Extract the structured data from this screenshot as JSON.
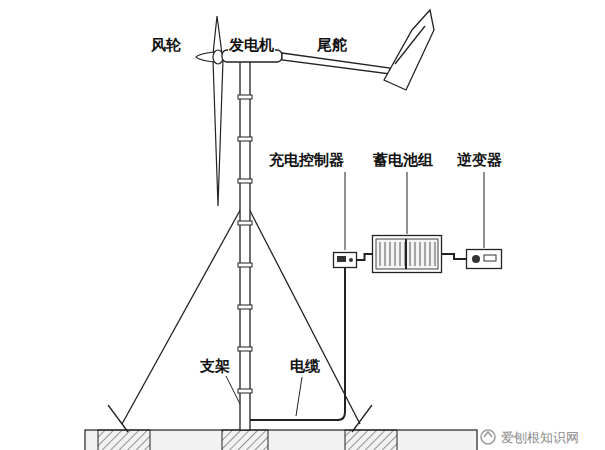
{
  "diagram": {
    "nodes": [
      {
        "text": [
          "充电控制器"
        ]
      },
      {
        "text": [
          "蓄电池组"
        ]
      },
      {
        "text": [
          "逆变器"
        ]
      }
    ],
    "edges": [
      {
        "from": 0,
        "to": 1,
        "arrow": "none"
      },
      {
        "from": 1,
        "to": 2,
        "arrow": "none"
      }
    ],
    "labels": [
      "风轮",
      "发电机",
      "尾舵",
      "支架",
      "电缆",
      "爱刨根知识网"
    ]
  }
}
